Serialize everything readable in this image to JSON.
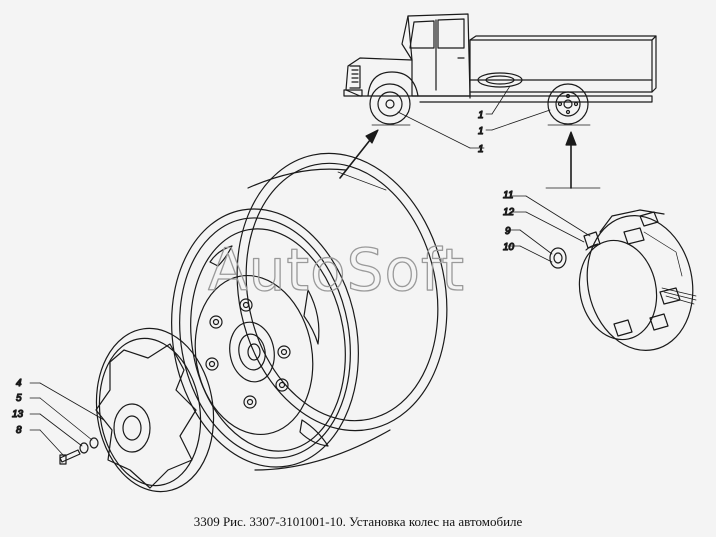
{
  "caption": "3309 Рис. 3307-3101001-10. Установка колес на автомобиле",
  "watermark": "AutoSoft",
  "callouts": {
    "truck_spare": "1",
    "truck_rear": "1",
    "truck_front": "1",
    "nut_top_11": "11",
    "nut_top_12": "12",
    "nut_9": "9",
    "nut_10": "10",
    "cap_4": "4",
    "cap_5": "5",
    "cap_13": "13",
    "cap_8": "8"
  }
}
